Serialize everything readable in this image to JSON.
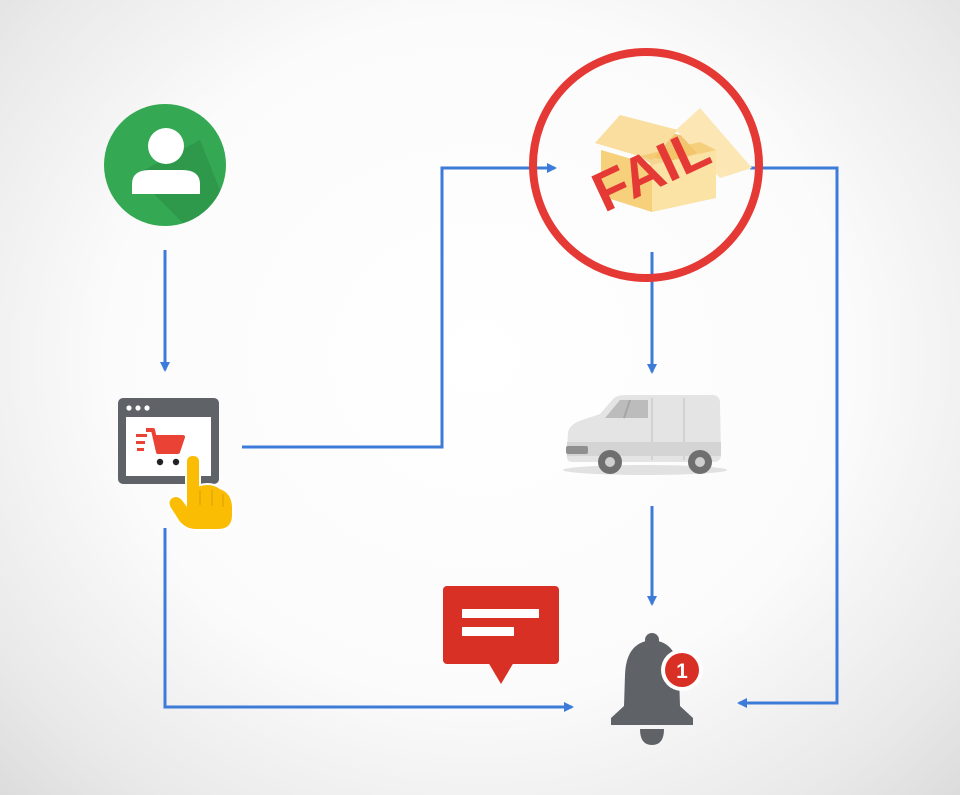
{
  "diagram": {
    "nodes": [
      {
        "id": "customer",
        "icon": "person-icon",
        "color": "#34a853"
      },
      {
        "id": "online-order",
        "icon": "shopping-cart-browser-icon",
        "color": "#ea4335"
      },
      {
        "id": "package",
        "icon": "open-box-icon",
        "color": "#f7d98a"
      },
      {
        "id": "delivery-van",
        "icon": "van-icon",
        "color": "#d6d6d6"
      },
      {
        "id": "notification",
        "icon": "bell-icon",
        "color": "#5f6368"
      },
      {
        "id": "message",
        "icon": "chat-message-icon",
        "color": "#d93025"
      }
    ],
    "edges": [
      {
        "from": "customer",
        "to": "online-order"
      },
      {
        "from": "online-order",
        "to": "package"
      },
      {
        "from": "package",
        "to": "delivery-van"
      },
      {
        "from": "delivery-van",
        "to": "notification"
      },
      {
        "from": "package",
        "to": "notification"
      },
      {
        "from": "online-order",
        "to": "notification"
      }
    ],
    "fail_stamp": {
      "text": "FAIL",
      "color": "#e53935"
    },
    "notification_badge": "1",
    "connector_color": "#3d7bd9"
  }
}
